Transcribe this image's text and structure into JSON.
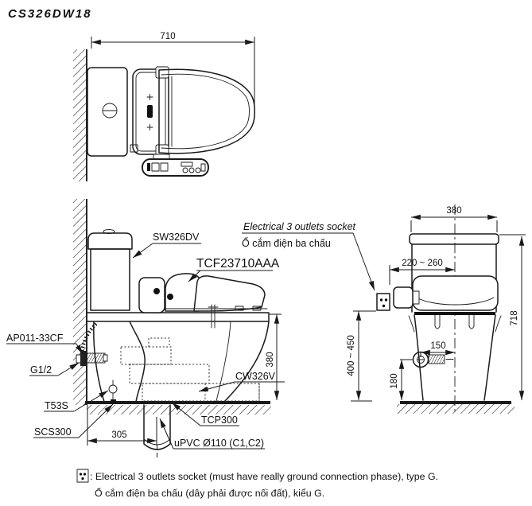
{
  "title": "CS326DW18",
  "top_view": {
    "width_dim": "710"
  },
  "side_view": {
    "tank_label": "SW326DV",
    "washlet_label": "TCF23710AAA",
    "socket_label_en": "Electrical 3 outlets socket",
    "socket_label_vi": "Ổ cắm điện ba chấu",
    "stop_valve_label": "AP011-33CF",
    "thread_label": "G1/2",
    "bolt_label": "T53S",
    "screw_label": "SCS300",
    "bowl_label": "CW326V",
    "flange_label": "TCP300",
    "pipe_label": "uPVC Ø110 (C1,C2)",
    "seat_height_dim": "380",
    "rough_in_dim": "305"
  },
  "rear_view": {
    "width_dim": "380",
    "socket_offset_dim": "220 ~ 260",
    "total_height_dim": "718",
    "socket_height_dim": "400 ~ 450",
    "valve_offset_dim": "150",
    "valve_height_dim": "180"
  },
  "footnote": {
    "line1_en": ": Electrical 3 outlets socket (must have really ground connection phase), type G.",
    "line2_vi": "Ổ cắm điện ba chấu (dây phải được nối đất), kiểu G."
  },
  "colors": {
    "ink": "#1a1a1a",
    "background": "#ffffff"
  }
}
